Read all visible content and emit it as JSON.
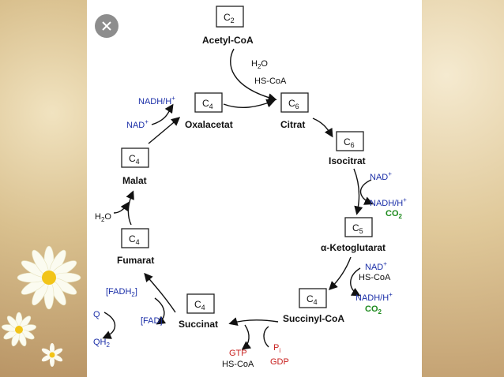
{
  "close_icon": "close-icon",
  "colors": {
    "blue": "#1b2fa8",
    "green": "#1d8a1d",
    "red": "#c8201e"
  },
  "carbon": {
    "acetyl": {
      "c": "C",
      "n": "2"
    },
    "citrat": {
      "c": "C",
      "n": "6"
    },
    "isocitrat": {
      "c": "C",
      "n": "6"
    },
    "keto": {
      "c": "C",
      "n": "5"
    },
    "succinylcoa": {
      "c": "C",
      "n": "4"
    },
    "succinat": {
      "c": "C",
      "n": "4"
    },
    "fumarat": {
      "c": "C",
      "n": "4"
    },
    "malat": {
      "c": "C",
      "n": "4"
    },
    "oxal": {
      "c": "C",
      "n": "4"
    }
  },
  "names": {
    "acetyl": "Acetyl-CoA",
    "oxal": "Oxalacetat",
    "citrat": "Citrat",
    "isocitrat": "Isocitrat",
    "keto": "α-Ketoglutarat",
    "succinylcoa": "Succinyl-CoA",
    "succinat": "Succinat",
    "fumarat": "Fumarat",
    "malat": "Malat"
  },
  "cofactors": {
    "h2o_1": "H",
    "h2o_1_sub": "2",
    "h2o_1_end": "O",
    "hscoa_1": "HS-CoA",
    "nadh_ox": "NADH/H",
    "nadh_ox_sup": "+",
    "nad_ox": "NAD",
    "nad_ox_sup": "+",
    "nad_iso": "NAD",
    "nad_iso_sup": "+",
    "nadh_iso": "NADH/H",
    "nadh_iso_sup": "+",
    "co2_iso": "CO",
    "co2_iso_sub": "2",
    "nad_keto": "NAD",
    "nad_keto_sup": "+",
    "hscoa_keto": "HS-CoA",
    "nadh_keto": "NADH/H",
    "nadh_keto_sup": "+",
    "co2_keto": "CO",
    "co2_keto_sub": "2",
    "gtp": "GTP",
    "hscoa_succ": "HS-CoA",
    "pi": "P",
    "pi_sub": "i",
    "gdp": "GDP",
    "fadh2": "[FADH",
    "fadh2_sub": "2",
    "fadh2_end": "]",
    "fad": "[FAD]",
    "q": "Q",
    "qh2": "QH",
    "qh2_sub": "2",
    "h2o_2": "H",
    "h2o_2_sub": "2",
    "h2o_2_end": "O"
  }
}
